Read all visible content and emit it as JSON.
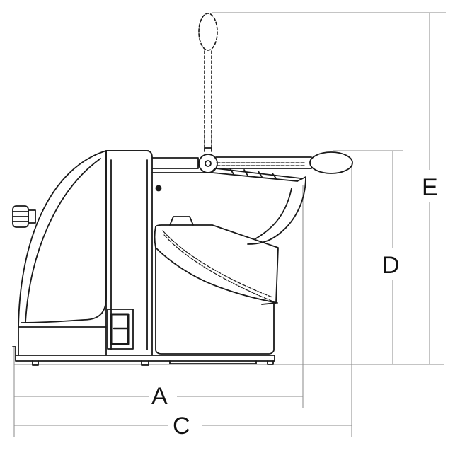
{
  "dimensions": {
    "a": "A",
    "c": "C",
    "d": "D",
    "e": "E"
  },
  "colors": {
    "stroke": "#1a1a1a",
    "dimension_line": "#8a8a8a",
    "background": "#ffffff"
  }
}
